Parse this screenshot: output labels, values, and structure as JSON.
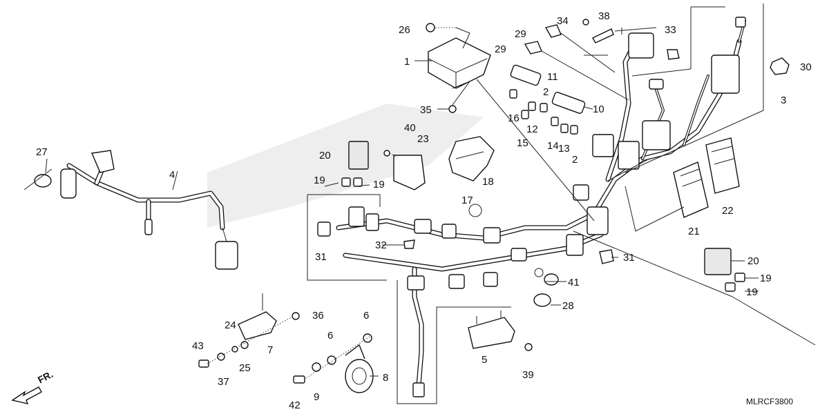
{
  "diagram": {
    "code": "MLRCF3800",
    "direction": "FR.",
    "callouts": [
      {
        "id": "c26",
        "text": "26"
      },
      {
        "id": "c1",
        "text": "1"
      },
      {
        "id": "c35",
        "text": "35"
      },
      {
        "id": "c40",
        "text": "40"
      },
      {
        "id": "c20a",
        "text": "20"
      },
      {
        "id": "c19a",
        "text": "19"
      },
      {
        "id": "c19b",
        "text": "19"
      },
      {
        "id": "c23",
        "text": "23"
      },
      {
        "id": "c18",
        "text": "18"
      },
      {
        "id": "c27",
        "text": "27"
      },
      {
        "id": "c4",
        "text": "4"
      },
      {
        "id": "c34",
        "text": "34"
      },
      {
        "id": "c38",
        "text": "38"
      },
      {
        "id": "c29a",
        "text": "29"
      },
      {
        "id": "c29b",
        "text": "29"
      },
      {
        "id": "c33",
        "text": "33"
      },
      {
        "id": "c30",
        "text": "30"
      },
      {
        "id": "c3",
        "text": "3"
      },
      {
        "id": "c11",
        "text": "11"
      },
      {
        "id": "c2a",
        "text": "2"
      },
      {
        "id": "c10",
        "text": "10"
      },
      {
        "id": "c16",
        "text": "16"
      },
      {
        "id": "c12",
        "text": "12"
      },
      {
        "id": "c15",
        "text": "15"
      },
      {
        "id": "c14",
        "text": "14"
      },
      {
        "id": "c13",
        "text": "13"
      },
      {
        "id": "c2b",
        "text": "2"
      },
      {
        "id": "c17",
        "text": "17"
      },
      {
        "id": "c32",
        "text": "32"
      },
      {
        "id": "c31a",
        "text": "31"
      },
      {
        "id": "c31b",
        "text": "31"
      },
      {
        "id": "c21",
        "text": "21"
      },
      {
        "id": "c22",
        "text": "22"
      },
      {
        "id": "c20b",
        "text": "20"
      },
      {
        "id": "c19c",
        "text": "19"
      },
      {
        "id": "c19d",
        "text": "19"
      },
      {
        "id": "c41",
        "text": "41"
      },
      {
        "id": "c28",
        "text": "28"
      },
      {
        "id": "c36",
        "text": "36"
      },
      {
        "id": "c24",
        "text": "24"
      },
      {
        "id": "c7",
        "text": "7"
      },
      {
        "id": "c43",
        "text": "43"
      },
      {
        "id": "c37",
        "text": "37"
      },
      {
        "id": "c25",
        "text": "25"
      },
      {
        "id": "c6a",
        "text": "6"
      },
      {
        "id": "c6b",
        "text": "6"
      },
      {
        "id": "c8",
        "text": "8"
      },
      {
        "id": "c9",
        "text": "9"
      },
      {
        "id": "c42",
        "text": "42"
      },
      {
        "id": "c5",
        "text": "5"
      },
      {
        "id": "c39",
        "text": "39"
      }
    ]
  }
}
